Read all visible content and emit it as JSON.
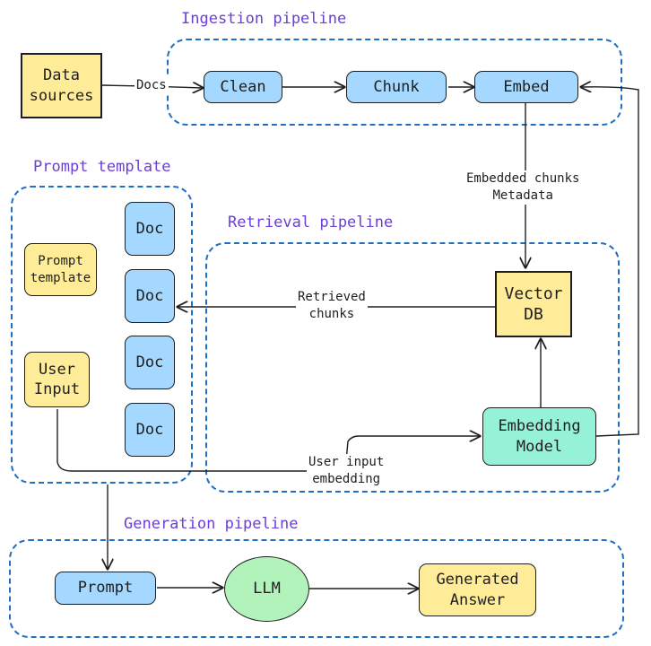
{
  "groups": {
    "ingestion": "Ingestion pipeline",
    "prompt": "Prompt template",
    "retrieval": "Retrieval pipeline",
    "generation": "Generation pipeline"
  },
  "nodes": {
    "data_sources": "Data\nsources",
    "clean": "Clean",
    "chunk": "Chunk",
    "embed": "Embed",
    "prompt_template": "Prompt\ntemplate",
    "user_input": "User\nInput",
    "doc": [
      "Doc",
      "Doc",
      "Doc",
      "Doc"
    ],
    "vector_db": "Vector\nDB",
    "embedding_model": "Embedding\nModel",
    "prompt": "Prompt",
    "llm": "LLM",
    "generated_answer": "Generated\nAnswer"
  },
  "edges": {
    "docs": "Docs",
    "embedded_chunks": "Embedded chunks\nMetadata",
    "retrieved_chunks": "Retrieved\nchunks",
    "user_input_embedding": "User input\nembedding"
  },
  "colors": {
    "group_border": "#1f6fc4",
    "group_title": "#6a3fd6",
    "blue_fill": "#a5d8ff",
    "yellow_fill": "#ffec99",
    "mint_fill": "#96f2d7",
    "green_fill": "#b2f2bb",
    "stroke": "#1e1e1e"
  }
}
